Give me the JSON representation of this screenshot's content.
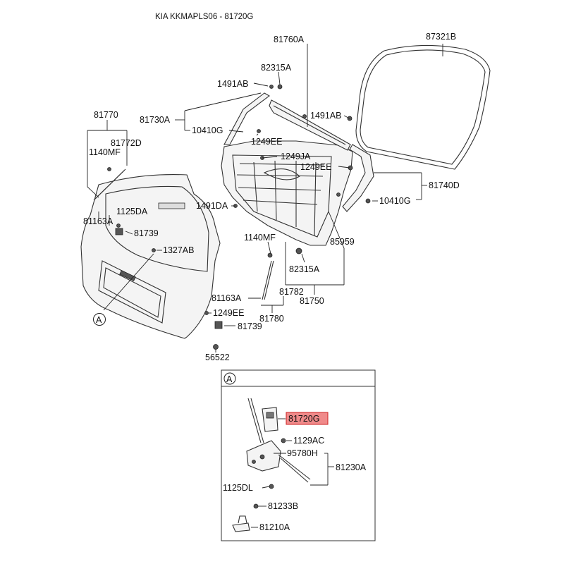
{
  "title": "KIA KKMAPLS06 - 81720G",
  "highlight_color": "#f08a8a",
  "detail_marker": "A",
  "labels": {
    "p81760A": "81760A",
    "p87321B": "87321B",
    "p82315A_top": "82315A",
    "p1491AB_left": "1491AB",
    "p1491AB_right": "1491AB",
    "p81770": "81770",
    "p81730A": "81730A",
    "p10410G_left": "10410G",
    "p1249EE_top": "1249EE",
    "p81772D": "81772D",
    "p1140MF_left": "1140MF",
    "p1249JA": "1249JA",
    "p1249EE_right": "1249EE",
    "p81740D": "81740D",
    "p10410G_right": "10410G",
    "p1491DA": "1491DA",
    "p1125DA": "1125DA",
    "p81163A_left": "81163A",
    "p81739_left": "81739",
    "p1140MF_mid": "1140MF",
    "p85959": "85959",
    "p1327AB": "1327AB",
    "p82315A_low": "82315A",
    "p81163A_mid": "81163A",
    "p81782": "81782",
    "p81750": "81750",
    "p1249EE_low": "1249EE",
    "p81780": "81780",
    "p81739_low": "81739",
    "p56522": "56522",
    "p81720G": "81720G",
    "p1129AC": "1129AC",
    "p95780H": "95780H",
    "p81230A": "81230A",
    "p1125DL": "1125DL",
    "p81233B": "81233B",
    "p81210A": "81210A"
  }
}
